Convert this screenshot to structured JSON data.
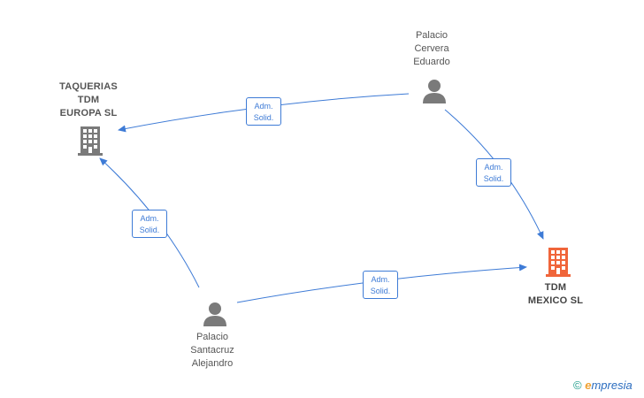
{
  "nodes": {
    "taquerias": {
      "label": "TAQUERIAS\nTDM\nEUROPA  SL",
      "type": "company"
    },
    "tdm_mexico": {
      "label": "TDM\nMEXICO  SL",
      "type": "company-main"
    },
    "palacio_cervera": {
      "label": "Palacio\nCervera\nEduardo",
      "type": "person"
    },
    "palacio_santacruz": {
      "label": "Palacio\nSantacruz\nAlejandro",
      "type": "person"
    }
  },
  "edges": [
    {
      "from": "palacio_cervera",
      "to": "taquerias",
      "label_line1": "Adm.",
      "label_line2": "Solid."
    },
    {
      "from": "palacio_cervera",
      "to": "tdm_mexico",
      "label_line1": "Adm.",
      "label_line2": "Solid."
    },
    {
      "from": "palacio_santacruz",
      "to": "taquerias",
      "label_line1": "Adm.",
      "label_line2": "Solid."
    },
    {
      "from": "palacio_santacruz",
      "to": "tdm_mexico",
      "label_line1": "Adm.",
      "label_line2": "Solid."
    }
  ],
  "colors": {
    "edge": "#3e7bd6",
    "company_icon": "#7a7a7a",
    "company_main_icon": "#f0653a",
    "person_icon": "#7a7a7a"
  },
  "brand": {
    "copyright": "©",
    "name_initial": "e",
    "name_rest": "mpresia"
  }
}
